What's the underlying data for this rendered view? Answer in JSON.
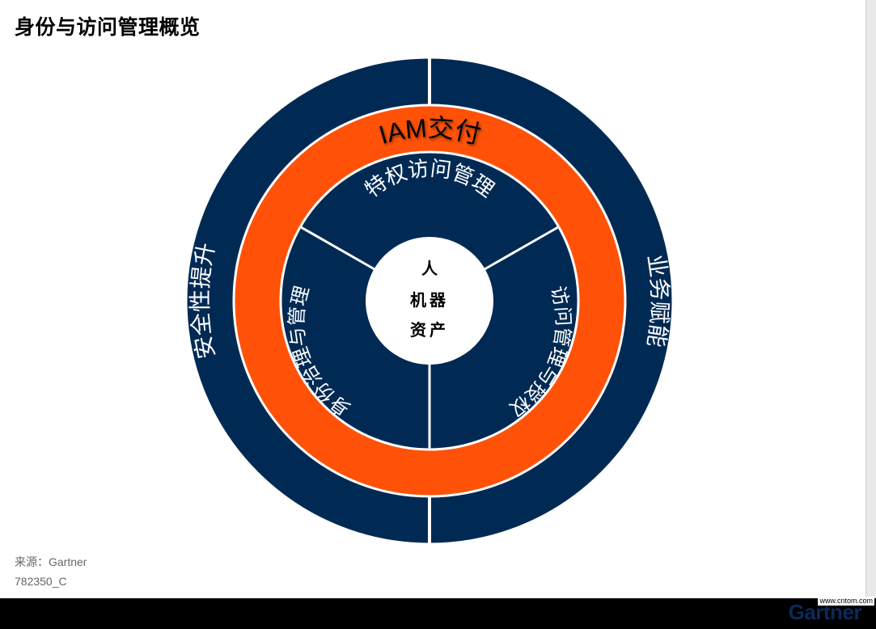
{
  "title": "身份与访问管理概览",
  "diagram": {
    "outer_ring": {
      "left_label": "安全性提升",
      "right_label": "业务赋能"
    },
    "middle_ring": {
      "label": "IAM交付"
    },
    "inner_segments": {
      "top": "特权访问管理",
      "left": "身份治理与管理",
      "right": "访问管理与授权"
    },
    "center": {
      "line1": "人",
      "line2": "机器",
      "line3": "资产"
    },
    "colors": {
      "navy": "#002a54",
      "orange": "#ff5208",
      "white": "#ffffff"
    }
  },
  "footer": {
    "source": "来源：Gartner",
    "doc_id": "782350_C"
  },
  "branding": {
    "logo": "Gartner",
    "watermark": "www.cntom.com"
  }
}
